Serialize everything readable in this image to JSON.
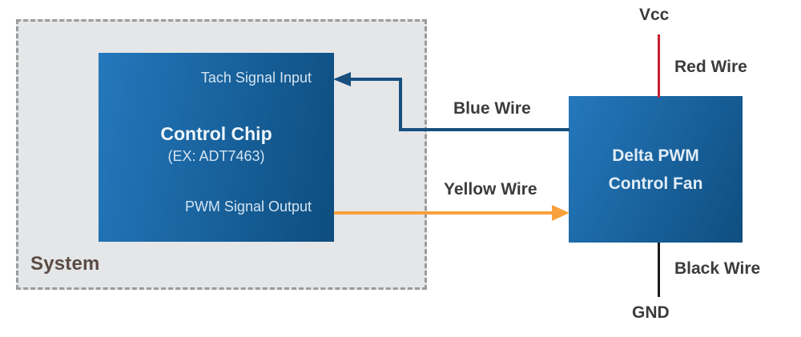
{
  "diagram": {
    "system": {
      "label": "System",
      "fill_color": "#e4e6e8",
      "border_color": "#9b9b9b",
      "label_color": "#5b4b44"
    },
    "control_chip": {
      "input_label": "Tach Signal Input",
      "title": "Control Chip",
      "subtitle": "(EX: ADT7463)",
      "output_label": "PWM Signal Output",
      "gradient_start": "#2478bc",
      "gradient_end": "#0d4d7f",
      "text_color": "#d4e4f1"
    },
    "fan": {
      "title_line1": "Delta PWM",
      "title_line2": "Control Fan",
      "gradient_start": "#2478bc",
      "gradient_end": "#0f4e80",
      "text_color": "#e2edf6"
    },
    "wires": {
      "blue": {
        "label": "Blue Wire",
        "color": "#17507f",
        "direction": "fan-to-chip"
      },
      "yellow": {
        "label": "Yellow Wire",
        "color": "#f9a13c",
        "direction": "chip-to-fan"
      },
      "red": {
        "label": "Red Wire",
        "color": "#c9202f",
        "connects": "Vcc-to-fan"
      },
      "black": {
        "label": "Black Wire",
        "color": "#1c1c1c",
        "connects": "fan-to-GND"
      }
    },
    "terminals": {
      "power": "Vcc",
      "ground": "GND"
    },
    "label_text_color": "#3b3b3d"
  }
}
